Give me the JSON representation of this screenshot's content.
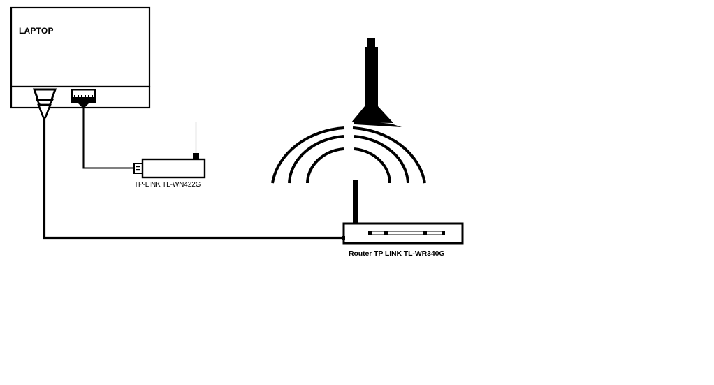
{
  "diagram": {
    "type": "network-connection-diagram",
    "background_color": "#ffffff",
    "stroke_color": "#000000",
    "nodes": {
      "laptop": {
        "label": "LAPTOP",
        "shape": "rectangle-with-base",
        "ports": [
          {
            "name": "vga-port",
            "icon": "trapezoid-connector-icon"
          },
          {
            "name": "usb-port",
            "icon": "usb-port-icon"
          }
        ]
      },
      "adapter": {
        "label": "TP-LINK TL-WN422G",
        "shape": "usb-dongle",
        "icon": "wireless-usb-adapter-icon"
      },
      "router": {
        "label": "Router TP LINK TL-WR340G",
        "shape": "router-box",
        "icon": "router-icon",
        "antenna": "antenna-icon",
        "signal_arcs": 3
      }
    },
    "connections": [
      {
        "name": "ethernet-cable",
        "from": "laptop-vga-port",
        "to": "router-left-side",
        "style": "thick-solid"
      },
      {
        "name": "usb-cable",
        "from": "laptop-usb-port",
        "to": "adapter-usb-plug",
        "style": "solid"
      },
      {
        "name": "wireless-link",
        "from": "adapter-antenna",
        "to": "router-antenna",
        "style": "thin-solid"
      }
    ]
  }
}
